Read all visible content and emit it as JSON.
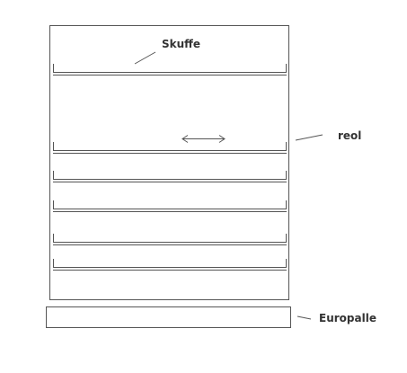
{
  "labels": {
    "skuffe": "Skuffe",
    "reol": "reol",
    "europalle": "Europalle"
  },
  "shelf_count": 6,
  "colors": {
    "line": "#555555",
    "text": "#333333",
    "background": "#ffffff"
  },
  "icons": {
    "slide_arrow": "double-headed-arrow"
  }
}
